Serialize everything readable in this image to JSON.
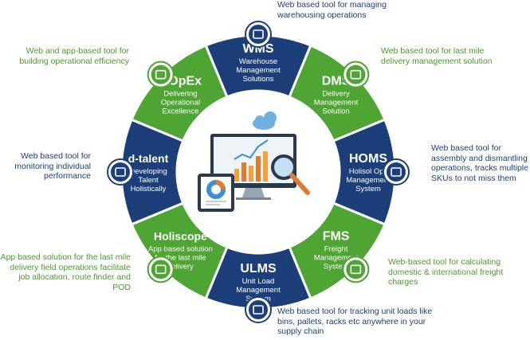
{
  "segments": [
    {
      "title": "WMS",
      "subtitle": [
        "Warehouse",
        "Management",
        "Solutions"
      ],
      "color": "#1c3f7a"
    },
    {
      "title": "DMS",
      "subtitle": [
        "Delivery",
        "Management",
        "Solution"
      ],
      "color": "#4fa534"
    },
    {
      "title": "HOMS",
      "subtitle": [
        "Holisol Ops",
        "Management",
        "System"
      ],
      "color": "#1c3f7a"
    },
    {
      "title": "FMS",
      "subtitle": [
        "Freight",
        "Management",
        "System"
      ],
      "color": "#4fa534"
    },
    {
      "title": "ULMS",
      "subtitle": [
        "Unit Load",
        "Management",
        "System"
      ],
      "color": "#1c3f7a"
    },
    {
      "title": "Holiscope",
      "subtitle": [
        "App based solution",
        "for the last mile",
        "delivery"
      ],
      "color": "#4fa534"
    },
    {
      "title": "d-talent",
      "subtitle": [
        "Developing",
        "Talent",
        "Holistically"
      ],
      "color": "#1c3f7a"
    },
    {
      "title": "DOpEx",
      "subtitle": [
        "Delivering",
        "Operational",
        "Excellence"
      ],
      "color": "#4fa534"
    }
  ],
  "notes": {
    "wms": "Web based tool for managing warehousing operations",
    "dms": "Web based tool for last mile delivery management solution",
    "homs": "Web based tool for assembly and dismantling operations, tracks multiple SKUs to not miss them",
    "fms": "Web-based tool for calculating domestic & international freight charges",
    "ulms": "Web based tool for tracking unit loads like bins, pallets, racks etc anywhere in your supply chain",
    "holiscope": "App based solution for the last mile delivery field operations facilitate job allocation, route finder and POD",
    "dtalent": "Web based tool for monitoring individual performance",
    "dopex": "Web and app-based tool for building operational efficiency"
  },
  "icons": {
    "wms": "warehouse-boxes-icon",
    "dms": "delivery-person-icon",
    "homs": "barcode-scan-icon",
    "fms": "freight-truck-icon",
    "ulms": "pallet-truck-icon",
    "holiscope": "map-pin-icon",
    "dtalent": "people-network-icon",
    "dopex": "calendar-check-icon"
  },
  "colors": {
    "navy": "#1c3f7a",
    "green": "#4fa534",
    "text_green": "#4c9b2b"
  }
}
